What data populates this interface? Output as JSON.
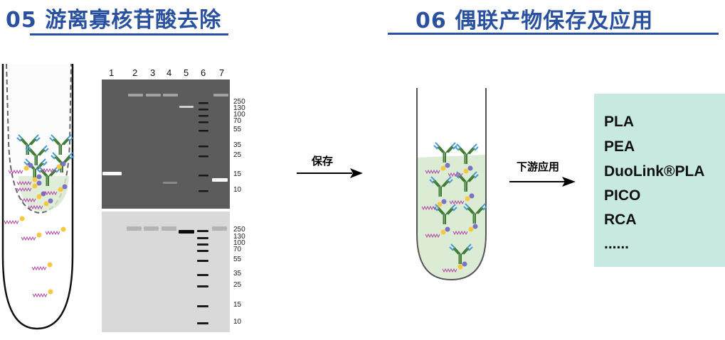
{
  "left_section": {
    "title": "05 游离寡核苷酸去除"
  },
  "right_section": {
    "title": "06 偶联产物保存及应用"
  },
  "gel": {
    "lanes": [
      "1",
      "2",
      "3",
      "4",
      "5",
      "6",
      "7"
    ],
    "top_mw": [
      "250",
      "130",
      "100",
      "70",
      "55",
      "35",
      "25",
      "15",
      "10"
    ],
    "bottom_mw": [
      "250",
      "130",
      "100",
      "70",
      "55",
      "35",
      "25",
      "15",
      "10"
    ]
  },
  "arrow_storage": {
    "label": "保存"
  },
  "arrow_downstream": {
    "label": "下游应用"
  },
  "applications": [
    "PLA",
    "PEA",
    "DuoLink®PLA",
    "PICO",
    "RCA",
    "......"
  ],
  "colors": {
    "title": "#2a51a0",
    "box": "#c8e8e2",
    "antibody": "#3e7a35",
    "tip": "#4a9ad6",
    "oligo": "#b04aa8",
    "dot_yellow": "#f5c842",
    "dot_purple": "#7a72c4",
    "liquid": "#dcebd3"
  }
}
